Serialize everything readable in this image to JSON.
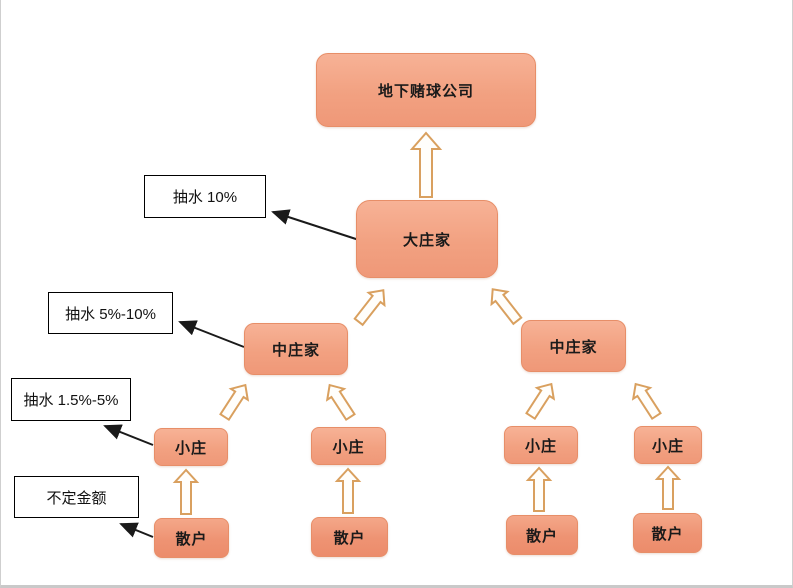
{
  "diagram": {
    "nodes": {
      "company": "地下赌球公司",
      "big_banker": "大庄家",
      "mid_bankers": [
        "中庄家",
        "中庄家"
      ],
      "small_bankers": [
        "小庄",
        "小庄",
        "小庄",
        "小庄"
      ],
      "retail_players": [
        "散户",
        "散户",
        "散户",
        "散户"
      ]
    },
    "annotations": [
      "抽水 10%",
      "抽水 5%-10%",
      "抽水 1.5%-5%",
      "不定金额"
    ],
    "colors": {
      "node_fill": "#f2a181",
      "node_border": "#e78e68",
      "block_arrow_outline": "#d9a05f",
      "annotation_border": "#000000",
      "annotation_arrow": "#1a1a1a"
    }
  }
}
